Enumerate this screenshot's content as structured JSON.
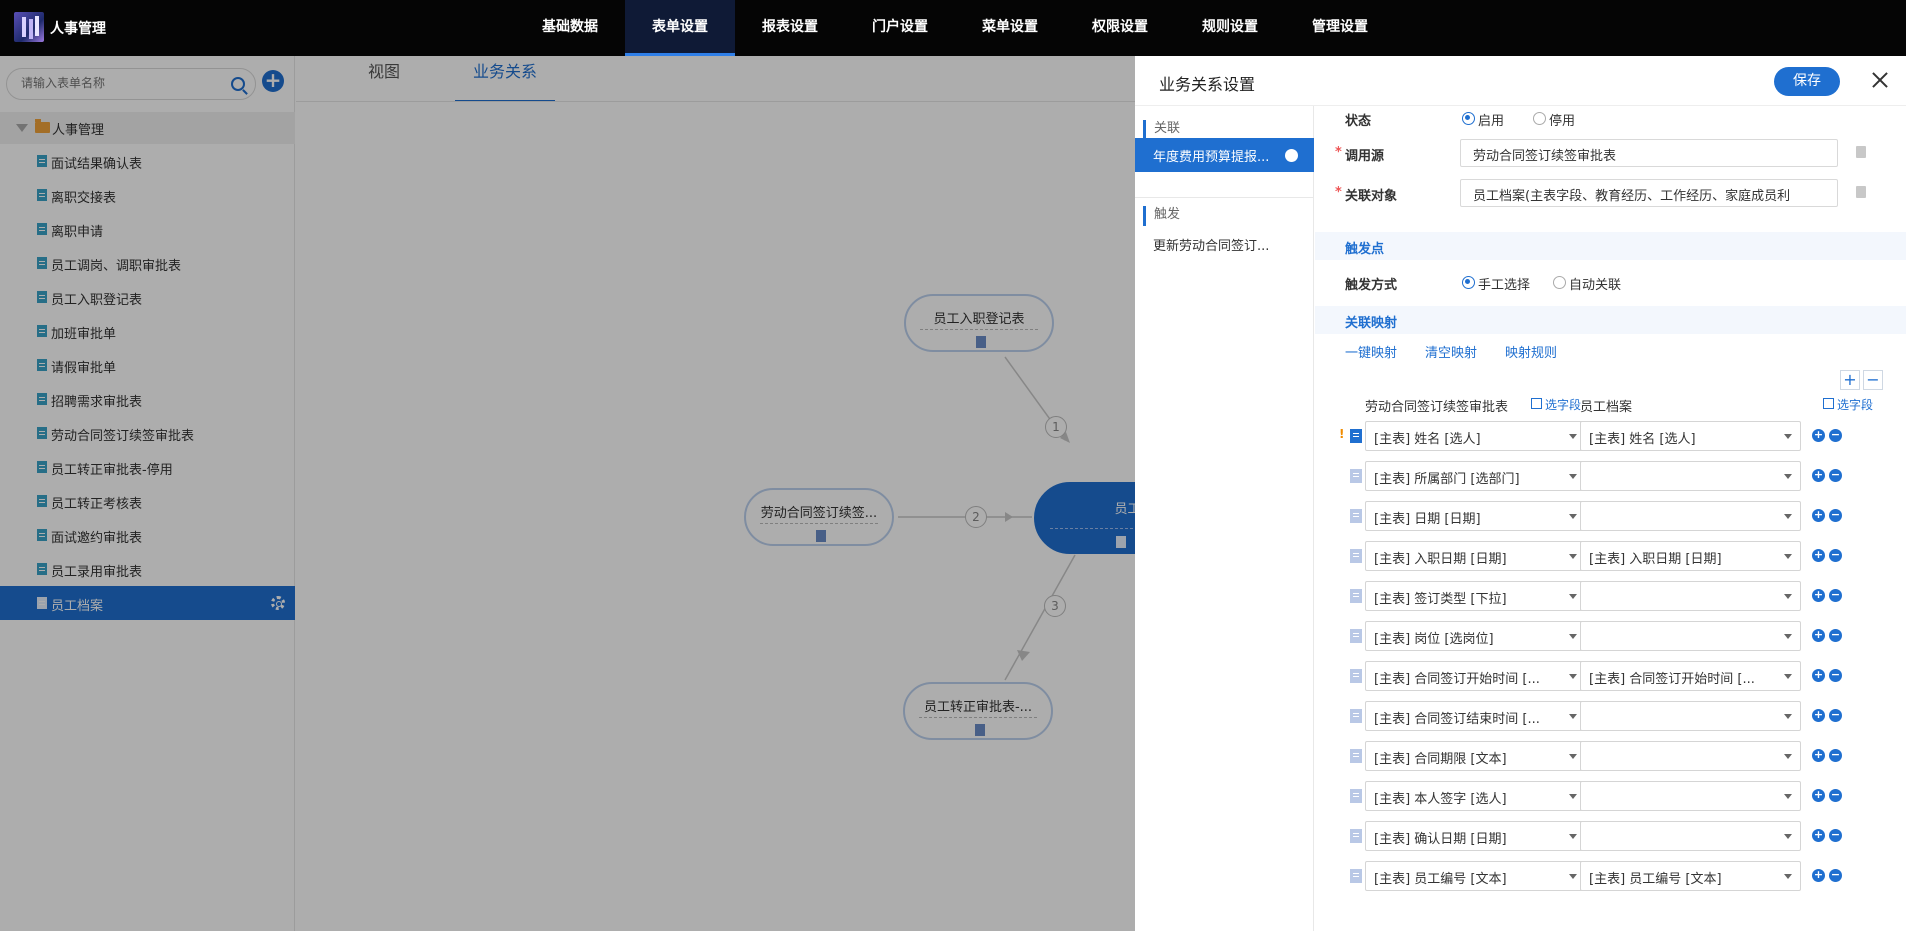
{
  "app": {
    "title": "人事管理"
  },
  "nav": [
    {
      "label": "基础数据",
      "active": false
    },
    {
      "label": "表单设置",
      "active": true
    },
    {
      "label": "报表设置",
      "active": false
    },
    {
      "label": "门户设置",
      "active": false
    },
    {
      "label": "菜单设置",
      "active": false
    },
    {
      "label": "权限设置",
      "active": false
    },
    {
      "label": "规则设置",
      "active": false
    },
    {
      "label": "管理设置",
      "active": false
    }
  ],
  "sidebar": {
    "search_placeholder": "请输入表单名称",
    "root_label": "人事管理",
    "items": [
      "面试结果确认表",
      "离职交接表",
      "离职申请",
      "员工调岗、调职审批表",
      "员工入职登记表",
      "加班审批单",
      "请假审批单",
      "招聘需求审批表",
      "劳动合同签订续签审批表",
      "员工转正审批表-停用",
      "员工转正考核表",
      "面试邀约审批表",
      "员工录用审批表",
      "员工档案"
    ],
    "active_index": 13
  },
  "tabs": [
    {
      "label": "视图",
      "active": false
    },
    {
      "label": "业务关系",
      "active": true
    }
  ],
  "graph": {
    "nodes": {
      "top": "员工入职登记表",
      "left": "劳动合同签订续签...",
      "center": "员工档",
      "bottom": "员工转正审批表-..."
    },
    "edges": [
      "1",
      "2",
      "3"
    ]
  },
  "panel": {
    "title": "业务关系设置",
    "save_label": "保存",
    "left": {
      "relation_title": "关联",
      "relation_item": "年度费用预算提报...",
      "trigger_title": "触发",
      "trigger_item": "更新劳动合同签订..."
    },
    "status": {
      "label": "状态",
      "options": [
        "启用",
        "停用"
      ],
      "selected": "启用"
    },
    "source": {
      "label": "调用源",
      "value": "劳动合同签订续签审批表"
    },
    "target": {
      "label": "关联对象",
      "value": "员工档案(主表字段、教育经历、工作经历、家庭成员利"
    },
    "trigger_point_band": "触发点",
    "trigger_mode": {
      "label": "触发方式",
      "options": [
        "手工选择",
        "自动关联"
      ],
      "selected": "手工选择"
    },
    "mapping_band": "关联映射",
    "mapping_links": [
      "一键映射",
      "清空映射",
      "映射规则"
    ],
    "columns": {
      "left": "劳动合同签订续签审批表",
      "right": "员工档案",
      "pick": "选字段"
    },
    "plus": "+",
    "minus": "−",
    "rows": [
      {
        "left": "[主表] 姓名 [选人]",
        "right": "[主表] 姓名 [选人]",
        "warn": "!"
      },
      {
        "left": "[主表] 所属部门 [选部门]",
        "right": ""
      },
      {
        "left": "[主表] 日期 [日期]",
        "right": ""
      },
      {
        "left": "[主表] 入职日期 [日期]",
        "right": "[主表] 入职日期 [日期]"
      },
      {
        "left": "[主表] 签订类型 [下拉]",
        "right": ""
      },
      {
        "left": "[主表] 岗位 [选岗位]",
        "right": ""
      },
      {
        "left": "[主表] 合同签订开始时间 [...",
        "right": "[主表] 合同签订开始时间 [..."
      },
      {
        "left": "[主表] 合同签订结束时间 [...",
        "right": ""
      },
      {
        "left": "[主表] 合同期限 [文本]",
        "right": ""
      },
      {
        "left": "[主表] 本人签字 [选人]",
        "right": ""
      },
      {
        "left": "[主表] 确认日期 [日期]",
        "right": ""
      },
      {
        "left": "[主表] 员工编号 [文本]",
        "right": "[主表] 员工编号 [文本]"
      }
    ]
  }
}
